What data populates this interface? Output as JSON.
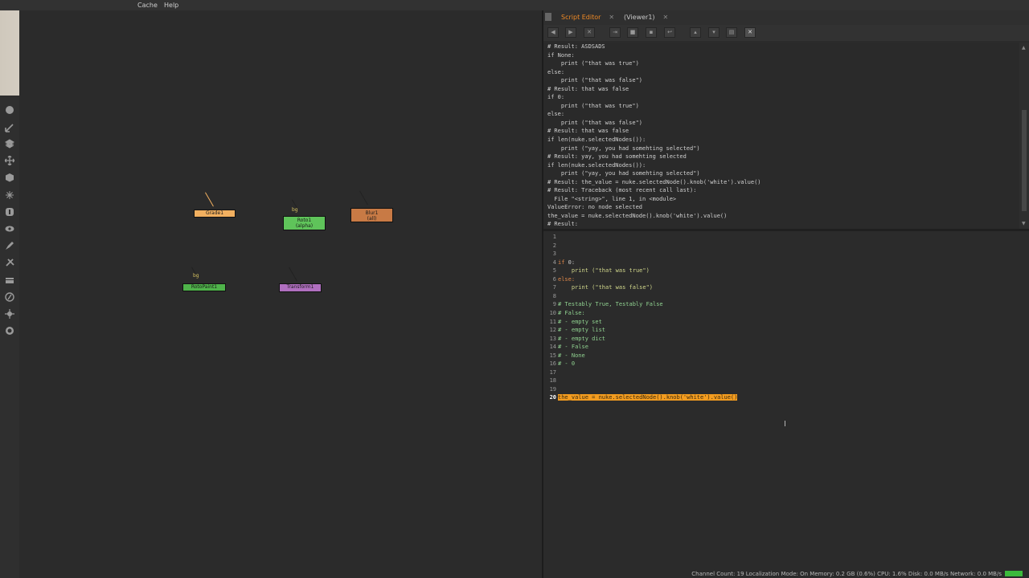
{
  "menubar": {
    "items": [
      "Cache",
      "Help"
    ]
  },
  "colors": {
    "accent": "#f08a24",
    "selection": "#f39c1f",
    "grade": "#f2b060",
    "roto": "#5fc45a",
    "blur": "#c87a45",
    "rotopaint": "#4fb34a",
    "transform": "#b06fbf",
    "bg_tag": "#d6c260"
  },
  "toolbar": {
    "icons": [
      "viewer-circle-icon",
      "draw-icon",
      "layers-icon",
      "transform-move-icon",
      "3d-cube-icon",
      "particles-icon",
      "time-icon",
      "eye-icon",
      "paint-brush-icon",
      "tools-icon",
      "merge-icon",
      "filter-icon",
      "keyer-icon",
      "globe-icon"
    ]
  },
  "dag": {
    "nodes": [
      {
        "id": "grade1",
        "label": "Grade1"
      },
      {
        "id": "roto1",
        "label": "Roto1",
        "sub": "(alpha)",
        "bg": "bg"
      },
      {
        "id": "blur1",
        "label": "Blur1",
        "sub": "(all)"
      },
      {
        "id": "rotopaint1",
        "label": "RotoPaint1",
        "bg": "bg"
      },
      {
        "id": "transform1",
        "label": "Transform1"
      }
    ]
  },
  "script_editor": {
    "tabs": [
      {
        "label": "Script Editor",
        "close": "✕"
      },
      {
        "label": "(Viewer1)",
        "close": "✕"
      }
    ],
    "toolbar_buttons": [
      "previous-script-button",
      "next-script-button",
      "clear-history-button",
      "source-script-button",
      "load-script-button",
      "save-script-button",
      "run-script-button",
      "show-input-button",
      "show-output-button",
      "show-both-button",
      "clear-output-button"
    ],
    "output_lines": [
      "# Result: ASDSADS",
      "if None:",
      "    print (\"that was true\")",
      "else:",
      "    print (\"that was false\")",
      "# Result: that was false",
      "if 0:",
      "    print (\"that was true\")",
      "else:",
      "    print (\"that was false\")",
      "# Result: that was false",
      "if len(nuke.selectedNodes()):",
      "    print (\"yay, you had somehting selected\")",
      "# Result: yay, you had somehting selected",
      "if len(nuke.selectedNodes()):",
      "    print (\"yay, you had somehting selected\")",
      "# Result: the_value = nuke.selectedNode().knob('white').value()",
      "# Result: Traceback (most recent call last):",
      "  File \"<string>\", line 1, in <module>",
      "ValueError: no node selected",
      "the_value = nuke.selectedNode().knob('white').value()",
      "# Result:"
    ],
    "input": {
      "line_numbers": [
        "1",
        "2",
        "3",
        "4",
        "5",
        "6",
        "7",
        "8",
        "9",
        "10",
        "11",
        "12",
        "13",
        "14",
        "15",
        "16",
        "17",
        "18",
        "19",
        "20"
      ],
      "line4": {
        "kw": "if",
        "rest": " 0:"
      },
      "line5": {
        "indent": "    ",
        "call": "print ",
        "str": "(\"that was true\")"
      },
      "line6": {
        "kw": "else:"
      },
      "line7": {
        "indent": "    ",
        "call": "print ",
        "str": "(\"that was false\")"
      },
      "line9": "# Testably True, Testably False",
      "line10": "# False:",
      "line11": "# - empty set",
      "line12": "# - empty list",
      "line13": "# - empty dict",
      "line14": "# - False",
      "line15": "# - None",
      "line16": "# - 0",
      "line20": "the_value = nuke.selectedNode().knob('white').value()"
    }
  },
  "status_bar": {
    "text": "Channel Count: 19  Localization Mode: On  Memory: 0.2 GB (0.6%)  CPU: 1.6%  Disk: 0.0 MB/s  Network: 0.0 MB/s"
  }
}
